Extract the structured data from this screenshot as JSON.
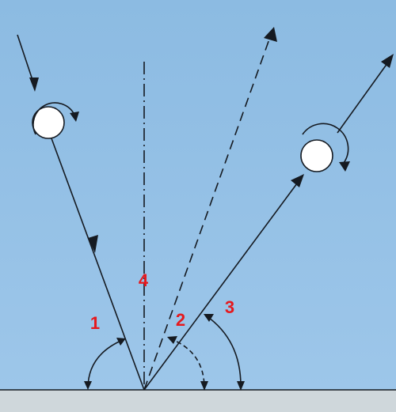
{
  "labels": {
    "angle_1": "1",
    "angle_2": "2",
    "angle_3": "3",
    "normal_4": "4"
  },
  "colors": {
    "background": "#8fbde3",
    "background_light": "#a7cdee",
    "surface": "#cfd7db",
    "ink": "#151a21",
    "label": "#e5191e",
    "ball": "#ffffff"
  },
  "icons": {
    "ball": "white-ball-icon",
    "spin": "curved-spin-arrow-icon",
    "direction": "arrowhead-icon"
  }
}
